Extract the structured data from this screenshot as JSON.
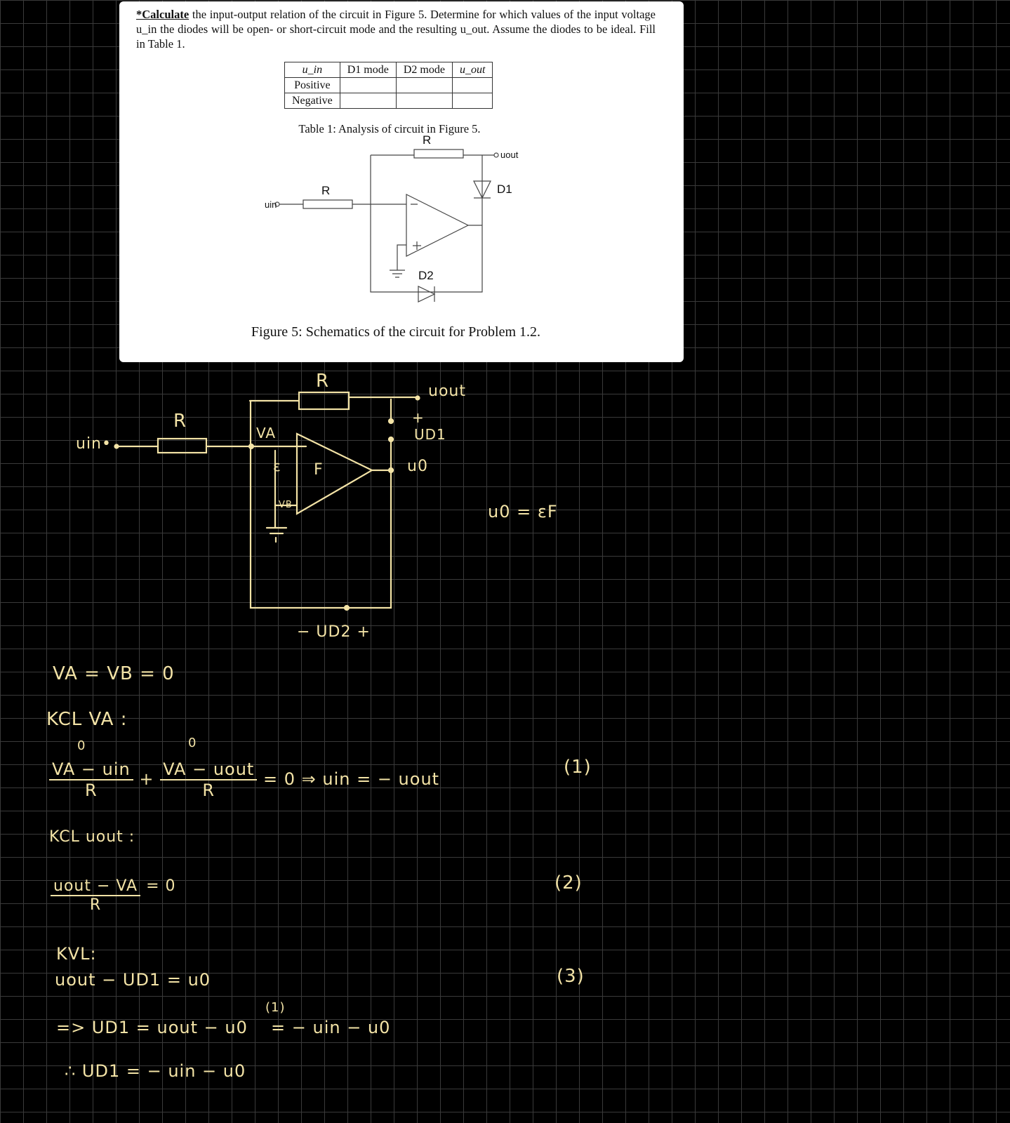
{
  "document": {
    "intro_bold": "*Calculate",
    "intro_text": " the input-output relation of the circuit in Figure 5. Determine for which values of the input voltage u_in the diodes will be open- or short-circuit mode and the resulting u_out. Assume the diodes to be ideal. Fill in Table 1.",
    "table": {
      "headers": [
        "u_in",
        "D1 mode",
        "D2 mode",
        "u_out"
      ],
      "rows": [
        [
          "Positive",
          "",
          "",
          ""
        ],
        [
          "Negative",
          "",
          "",
          ""
        ]
      ]
    },
    "table_caption": "Table 1: Analysis of circuit in Figure 5.",
    "figure_caption": "Figure 5: Schematics of the circuit for Problem 1.2.",
    "schematic": {
      "r_top": "R",
      "r_in": "R",
      "uin": "uin",
      "uout": "uout",
      "d1": "D1",
      "d2": "D2"
    }
  },
  "sketch": {
    "r_top": "R",
    "r_in": "R",
    "uin": "uin•",
    "uout": "uout",
    "va": "VA",
    "vb": "VB",
    "eps": "ε",
    "F": "F",
    "plus": "+",
    "minus": "−",
    "ud1": "UD1",
    "u0": "u0",
    "ud2": "− UD2 +",
    "u0_eq": "u0 = εF"
  },
  "notes": {
    "line1": "VA = VB = 0",
    "kcl_va": "KCL     VA :",
    "eq1_num1": "VA − uin",
    "eq1_num2": "VA − uout",
    "eq1_den": "R",
    "zero": "0",
    "eq1_plus": "+",
    "eq1_rhs": "= 0  ⇒   uin = − uout",
    "eq1_tag": "(1)",
    "kcl_uout": "KCL  uout :",
    "eq2_num": "uout − VA",
    "eq2_rhs": "= 0",
    "eq2_tag": "(2)",
    "kvl": "KVL:",
    "eq3": "uout − UD1 = u0",
    "eq3_tag": "(3)",
    "eq4": "=> UD1 = uout − u0",
    "eq4_ref": "(1)",
    "eq4_rhs": "=  − uin − u0",
    "eq5": "∴   UD1 =  − uin − u0"
  }
}
